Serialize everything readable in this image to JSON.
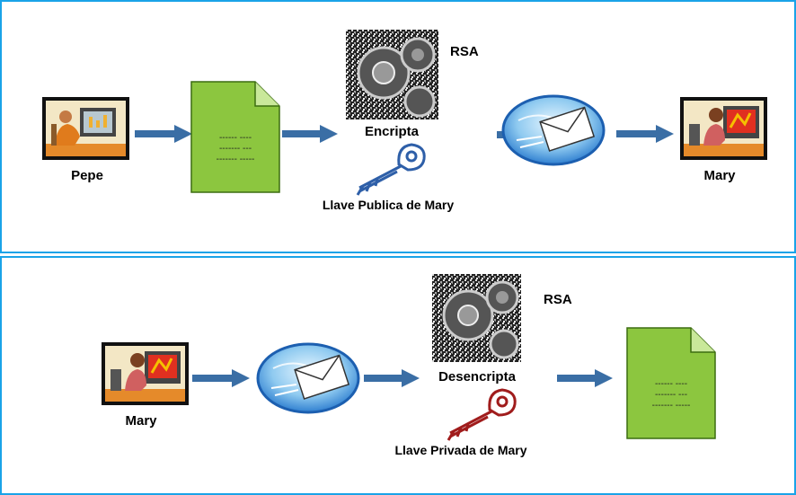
{
  "top": {
    "sender": "Pepe",
    "algorithm": "RSA",
    "action": "Encripta",
    "key_label": "Llave Publica de Mary",
    "receiver": "Mary",
    "doc_lines": [
      "------ ----",
      "------- ---",
      "------- -----"
    ]
  },
  "bottom": {
    "sender": "Mary",
    "algorithm": "RSA",
    "action": "Desencripta",
    "key_label": "Llave Privada de Mary",
    "doc_lines": [
      "------ ----",
      "------- ---",
      "------- -----"
    ]
  },
  "colors": {
    "border": "#1aa3e8",
    "arrow": "#3a6ea5",
    "document": "#8cc63f",
    "public_key": "#2e5fa8",
    "private_key": "#a01c1c"
  }
}
